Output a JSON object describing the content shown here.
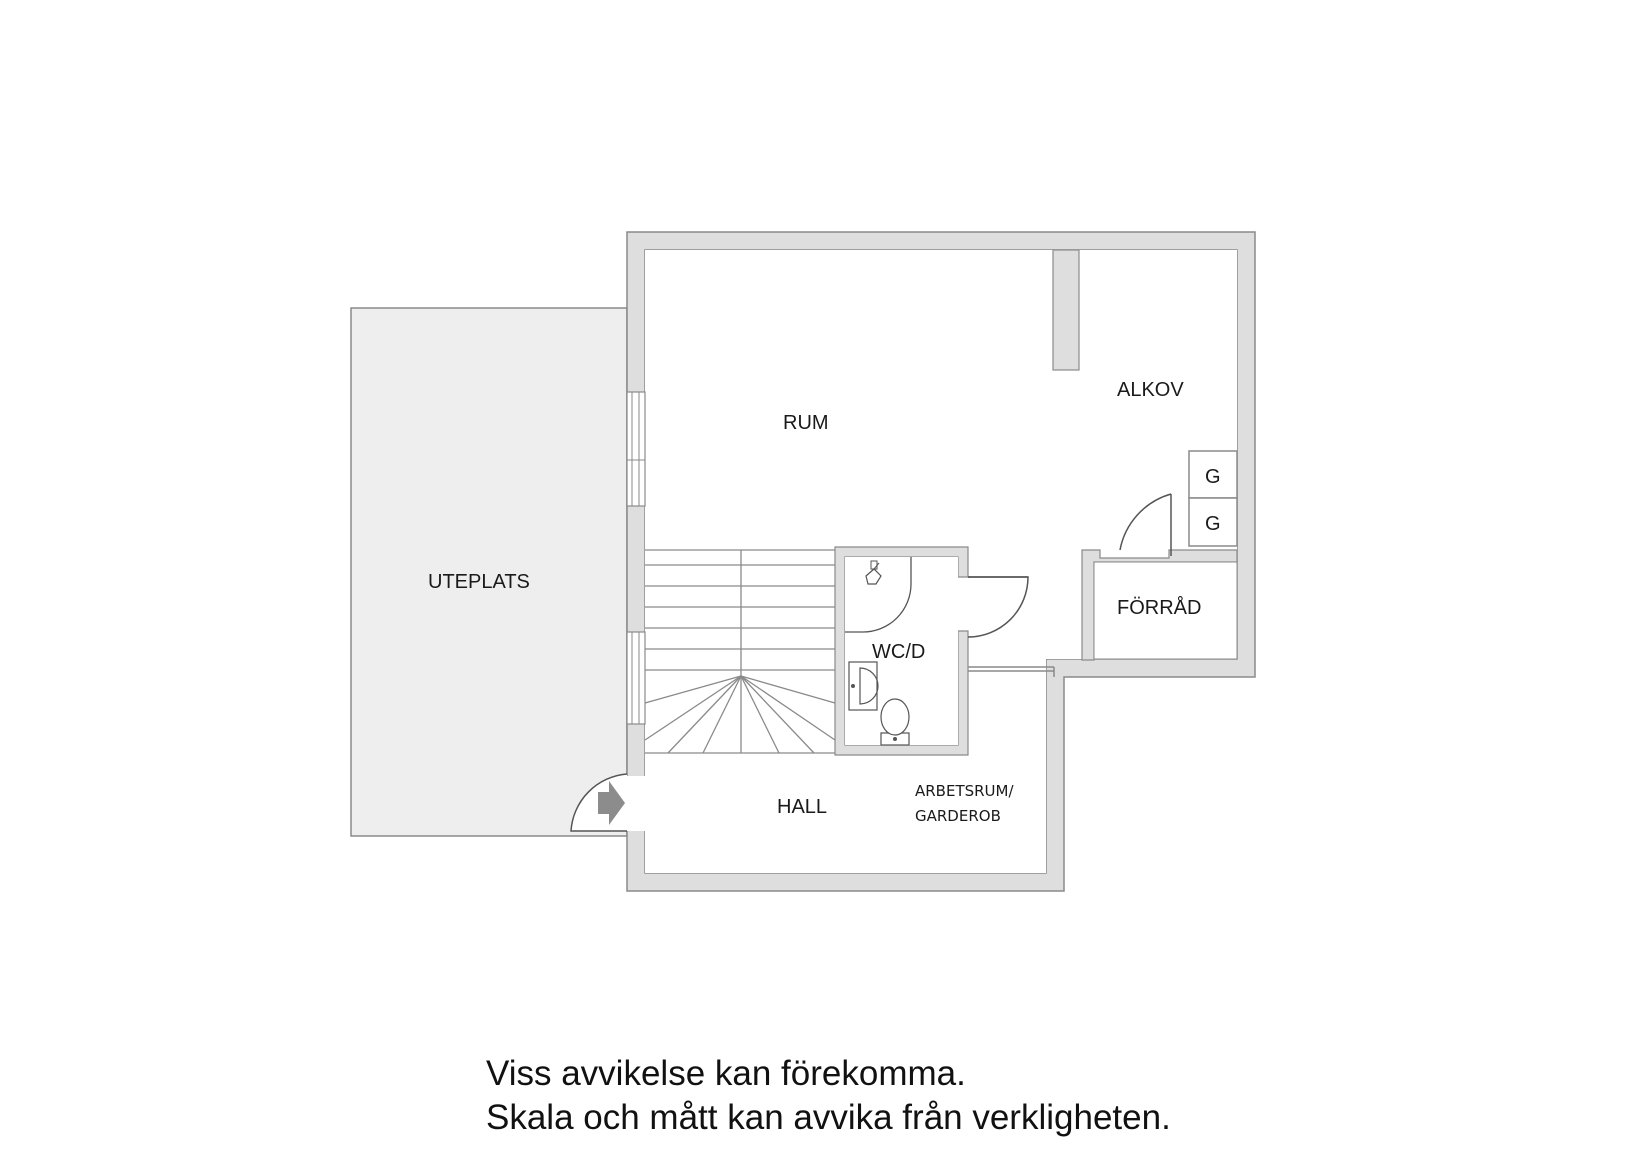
{
  "colors": {
    "wall": "#dedede",
    "wall_edge": "#8a8a8a",
    "terrace": "#eeeeef",
    "line": "#555555",
    "arrow": "#8c8c8c"
  },
  "rooms": {
    "rum": "RUM",
    "alkov": "ALKOV",
    "uteplats": "UTEPLATS",
    "wc": "WC/D",
    "forrad": "FÖRRÅD",
    "hall": "HALL",
    "arbetsrum_line1": "ARBETSRUM/",
    "arbetsrum_line2": "GARDEROB"
  },
  "appliances": {
    "g_top": "G",
    "g_bottom": "G"
  },
  "icons": {
    "entrance": "entrance-arrow-icon",
    "toilet": "toilet-icon",
    "sink": "sink-icon",
    "shower": "shower-icon"
  },
  "disclaimer": {
    "line1": "Viss avvikelse kan förekomma.",
    "line2": "Skala och mått kan avvika från verkligheten."
  }
}
